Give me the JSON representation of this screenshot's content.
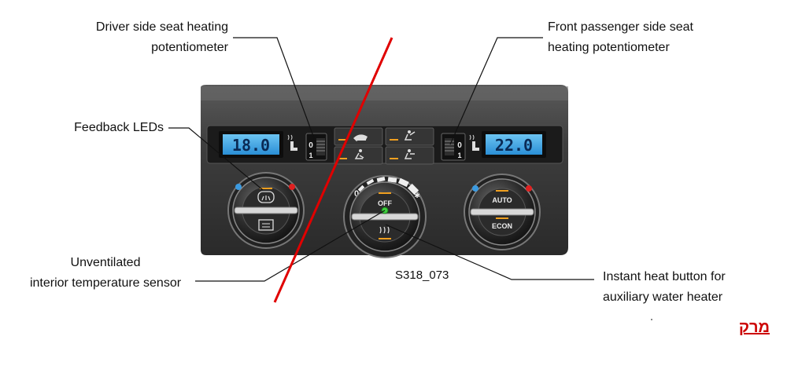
{
  "labels": {
    "driver_seat_line1": "Driver side seat heating",
    "driver_seat_line2": "potentiometer",
    "passenger_seat_line1": "Front passenger side seat",
    "passenger_seat_line2": "heating potentiometer",
    "feedback_leds": "Feedback LEDs",
    "sensor_line1": "Unventilated",
    "sensor_line2": "interior temperature sensor",
    "instant_heat_line1": "Instant heat button for",
    "instant_heat_line2": "auxiliary water heater"
  },
  "figure_code": "S318_073",
  "panel": {
    "left_display": "18.0",
    "right_display": "22.0",
    "pot_top": "0",
    "pot_bottom": "1",
    "center_knob_top": "OFF",
    "fan_zero": "0",
    "right_knob_top": "AUTO",
    "right_knob_bottom": "ECON"
  },
  "hebrew_link": "מרק",
  "colors": {
    "red_line": "#e00000",
    "lcd_blue": "#2a8fd6",
    "indicator_orange": "#f0a020",
    "link_red": "#cc0000"
  }
}
